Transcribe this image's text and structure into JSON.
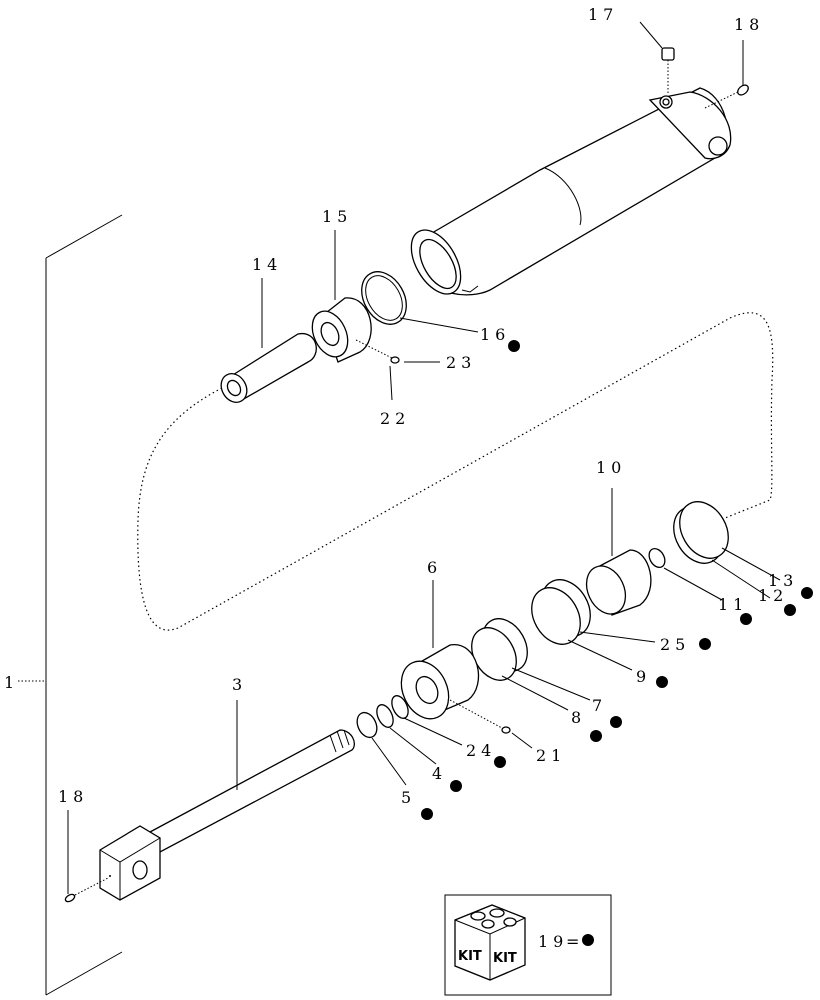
{
  "labels": {
    "l1": "1",
    "l3": "3",
    "l4": "4",
    "l5": "5",
    "l6": "6",
    "l7": "7",
    "l8": "8",
    "l9": "9",
    "l10": "10",
    "l11": "11",
    "l12": "12",
    "l13": "13",
    "l14": "14",
    "l15": "15",
    "l16": "16",
    "l17": "17",
    "l18a": "18",
    "l18b": "18",
    "l21": "21",
    "l22": "22",
    "l23": "23",
    "l24": "24",
    "l25": "25"
  },
  "legend": {
    "kit_text_left": "KIT",
    "kit_text_right": "KIT",
    "item": "19",
    "equals": "="
  }
}
